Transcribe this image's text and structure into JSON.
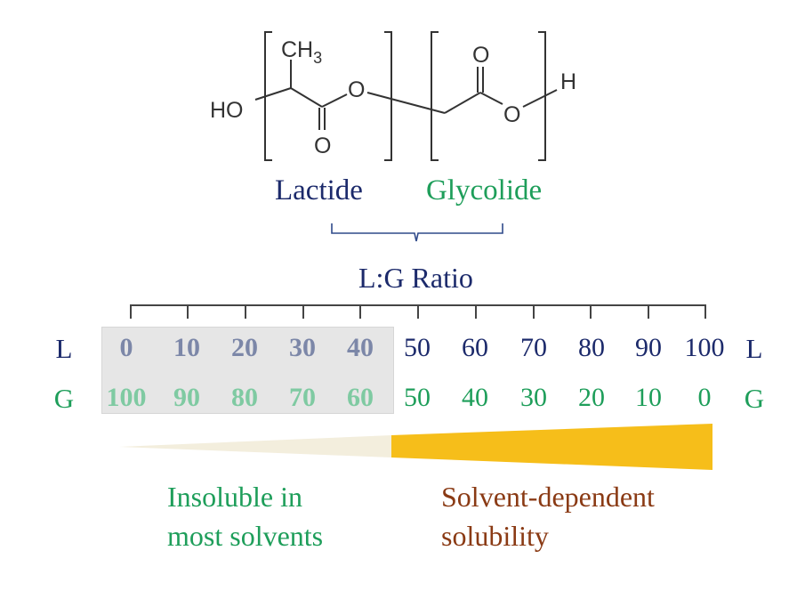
{
  "structure": {
    "groups": {
      "hydroxyl": "HO",
      "methyl": "CH",
      "methyl_subscript": "3",
      "ester_oxygen_1": "O",
      "carbonyl_oxygen_1": "O",
      "carbonyl_oxygen_2": "O",
      "ester_oxygen_2": "O",
      "terminal_hydrogen": "H"
    },
    "line_color": "#333333"
  },
  "monomers": {
    "lactide": "Lactide",
    "glycolide": "Glycolide",
    "lactide_color": "#1c2a6b",
    "glycolide_color": "#1e9e5a"
  },
  "scale": {
    "title": "L:G Ratio",
    "row_labels": {
      "l_left": "L",
      "g_left": "G",
      "l_right": "L",
      "g_right": "G"
    },
    "lactide_values": [
      "0",
      "10",
      "20",
      "30",
      "40",
      "50",
      "60",
      "70",
      "80",
      "90",
      "100"
    ],
    "glycolide_values": [
      "100",
      "90",
      "80",
      "70",
      "60",
      "50",
      "40",
      "30",
      "20",
      "10",
      "0"
    ],
    "highlighted_range": "0–40 L (100–60 G)",
    "highlight_color": "#e6e6e6"
  },
  "solubility": {
    "insoluble_label_line1": "Insoluble in",
    "insoluble_label_line2": "most solvents",
    "soluble_label_line1": "Solvent-dependent",
    "soluble_label_line2": "solubility",
    "insoluble_color": "#1e9e5a",
    "soluble_color": "#8a3a14",
    "wedge_light_color": "#f3eedd",
    "wedge_dark_color": "#f6be1a"
  },
  "chart_data": {
    "type": "table",
    "title": "L:G Ratio",
    "categories": [
      "0:100",
      "10:90",
      "20:80",
      "30:70",
      "40:60",
      "50:50",
      "60:40",
      "70:30",
      "80:20",
      "90:10",
      "100:0"
    ],
    "series": [
      {
        "name": "L (Lactide)",
        "values": [
          0,
          10,
          20,
          30,
          40,
          50,
          60,
          70,
          80,
          90,
          100
        ]
      },
      {
        "name": "G (Glycolide)",
        "values": [
          100,
          90,
          80,
          70,
          60,
          50,
          40,
          30,
          20,
          10,
          0
        ]
      }
    ],
    "annotations": [
      {
        "range": "L 0–40",
        "text": "Insoluble in most solvents"
      },
      {
        "range": "L 50–100",
        "text": "Solvent-dependent solubility"
      }
    ]
  }
}
